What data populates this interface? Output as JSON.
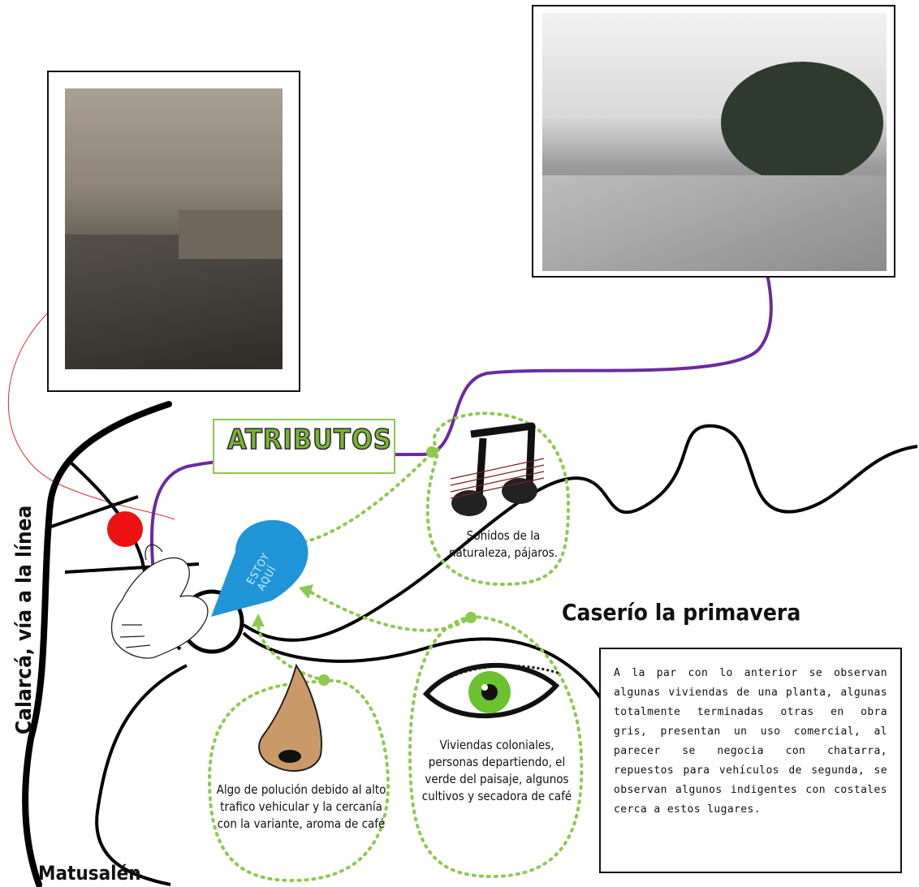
{
  "labels": {
    "atributos": "ATRIBUTOS",
    "calarca": "Calarcá, vía a la línea",
    "caserio": "Caserío la primavera",
    "matusalen": "Matusalén",
    "pin": "ESTOY AQUÍ"
  },
  "senses": {
    "sound": "Sonidos de la naturaleza, pájaros.",
    "smell": "Algo de polución debido al alto trafico vehicular y la cercanía con la variante, aroma de café",
    "sight": "Viviendas coloniales, personas departiendo, el verde del paisaje, algunos cultivos y secadora de café"
  },
  "description": "A la par con lo anterior se observan algunas viviendas de una planta, algunas totalmente terminadas otras en obra gris, presentan un uso comercial, al parecer se negocia con chatarra, repuestos para vehículos de segunda, se observan algunos indigentes con costales cerca a estos lugares.",
  "colors": {
    "route_purple": "#6a2aa0",
    "dotted_green": "#8dc94f",
    "pin_blue": "#1f95d8",
    "marker_red": "#ee1111"
  }
}
